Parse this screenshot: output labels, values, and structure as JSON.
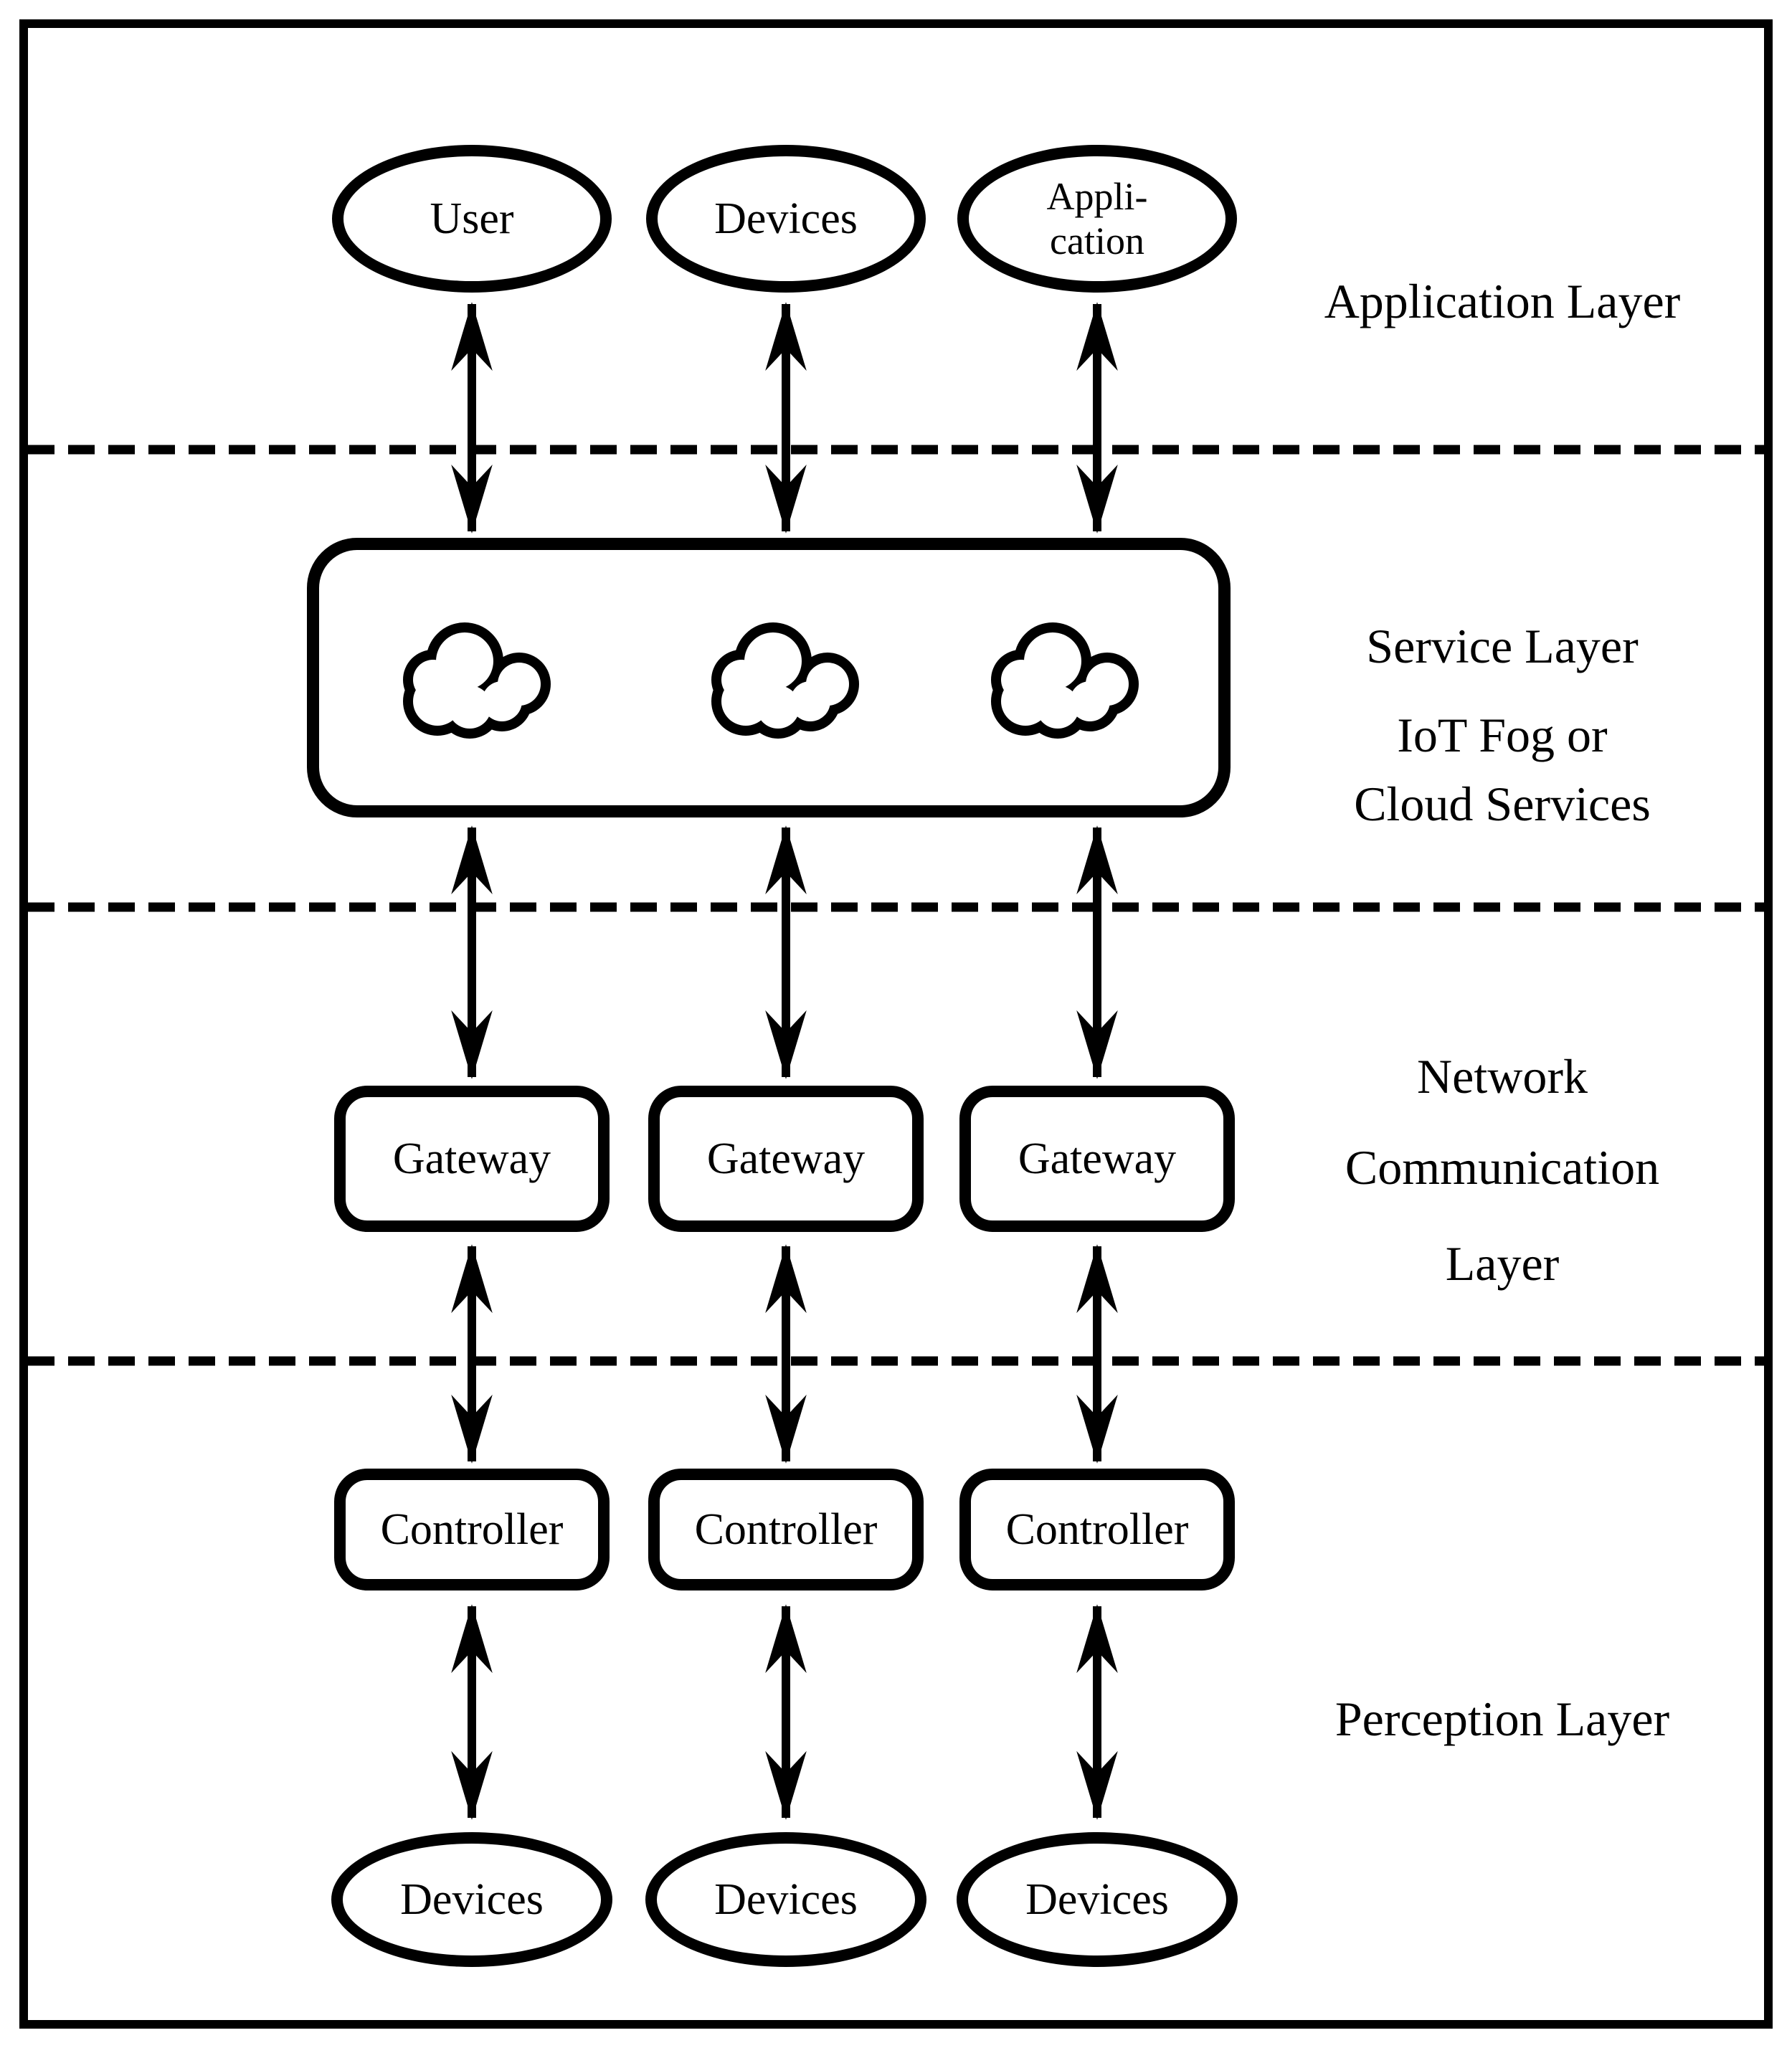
{
  "colors": {
    "ink": "#000000",
    "background": "#ffffff"
  },
  "layers": {
    "application": {
      "label": "Application Layer"
    },
    "service": {
      "label_lines": [
        "Service Layer",
        "IoT Fog or",
        "Cloud Services"
      ]
    },
    "network": {
      "label_lines": [
        "Network",
        "Communication",
        "Layer"
      ]
    },
    "perception": {
      "label": "Perception Layer"
    }
  },
  "nodes": {
    "user": "User",
    "devices_top": "Devices",
    "application_line1": "Appli-",
    "application_line2": "cation",
    "gateway": "Gateway",
    "controller": "Controller",
    "devices_bottom": "Devices"
  },
  "icons": {
    "cloud": "cloud"
  }
}
